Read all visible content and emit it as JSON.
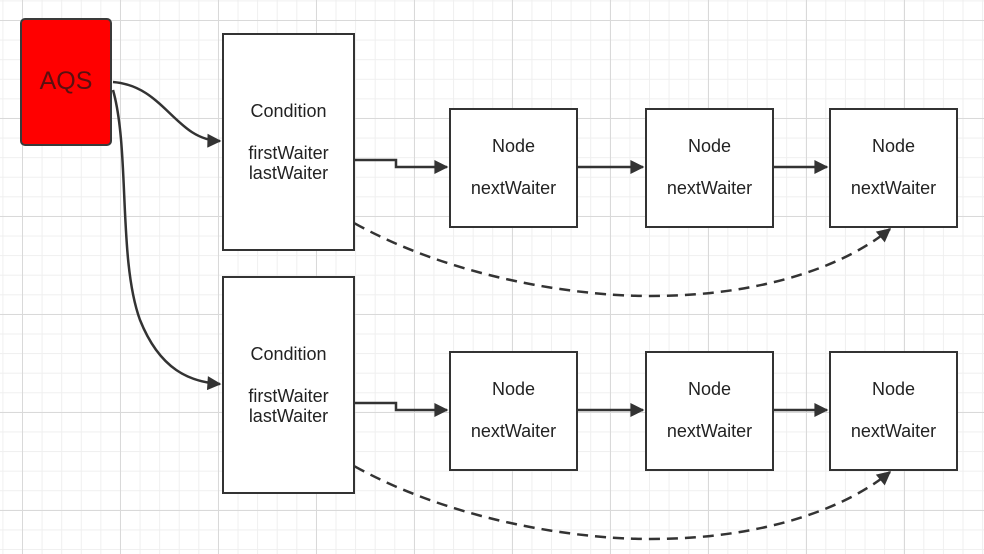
{
  "aqs": {
    "label": "AQS",
    "color": "#ff0000"
  },
  "conditions": [
    {
      "title": "Condition",
      "first": "firstWaiter",
      "last": "lastWaiter",
      "nodes": [
        {
          "title": "Node",
          "field": "nextWaiter"
        },
        {
          "title": "Node",
          "field": "nextWaiter"
        },
        {
          "title": "Node",
          "field": "nextWaiter"
        }
      ]
    },
    {
      "title": "Condition",
      "first": "firstWaiter",
      "last": "lastWaiter",
      "nodes": [
        {
          "title": "Node",
          "field": "nextWaiter"
        },
        {
          "title": "Node",
          "field": "nextWaiter"
        },
        {
          "title": "Node",
          "field": "nextWaiter"
        }
      ]
    }
  ],
  "colors": {
    "stroke": "#333333",
    "grid": "#d9d9d9"
  }
}
